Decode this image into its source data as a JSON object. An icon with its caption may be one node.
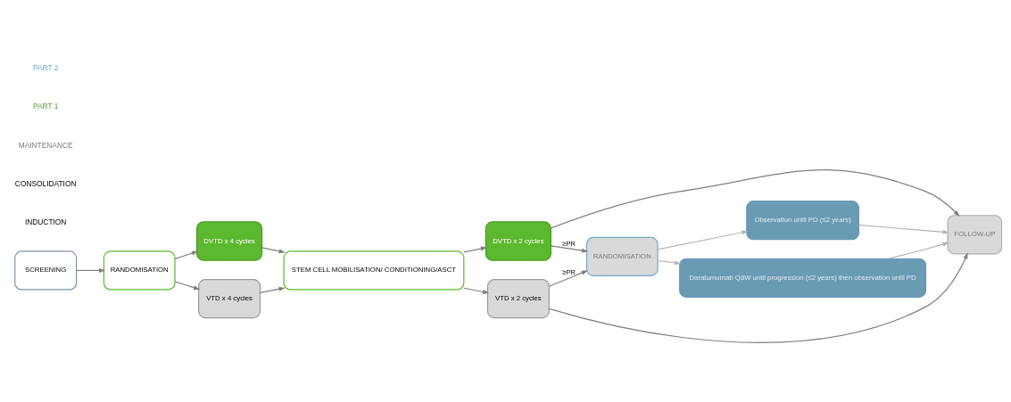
{
  "diagram": {
    "nodes": [
      {
        "text": [
          "SCREENING"
        ]
      },
      {
        "text": [
          "RANDOMISATION"
        ]
      },
      {
        "text": [
          "DVTD x 4 cycles"
        ]
      },
      {
        "text": [
          "VTD x 4 cycles"
        ]
      },
      {
        "text": [
          "STEM CELL MOBILISATION/ CONDITIONING/ASCT"
        ]
      },
      {
        "text": [
          "DVTD x 2 cycles"
        ]
      },
      {
        "text": [
          "VTD x 2 cycles"
        ]
      },
      {
        "text": [
          "RANDOMISATION"
        ]
      },
      {
        "text": [
          "Daratumumab Q8W until progression (≤2 years) then observation until PD"
        ]
      },
      {
        "text": [
          "Observation until PD (≤2 years)"
        ]
      },
      {
        "text": [
          "FOLLOW-UP"
        ]
      }
    ],
    "edges": [
      {
        "from": 0,
        "to": 1,
        "arrow": "to"
      },
      {
        "from": 1,
        "to": 2,
        "arrow": "to"
      },
      {
        "from": 1,
        "to": 3,
        "arrow": "to"
      },
      {
        "from": 2,
        "to": 4,
        "arrow": "to"
      },
      {
        "from": 3,
        "to": 4,
        "arrow": "to"
      },
      {
        "from": 4,
        "to": 5,
        "arrow": "to"
      },
      {
        "from": 4,
        "to": 6,
        "arrow": "to"
      },
      {
        "from": 5,
        "to": 7,
        "label": "≥PR",
        "arrow": "to"
      },
      {
        "from": 6,
        "to": 7,
        "label": "≥PR",
        "arrow": "to"
      },
      {
        "from": 5,
        "to": 10,
        "arrow": "to"
      },
      {
        "from": 6,
        "to": 10,
        "arrow": "to"
      },
      {
        "from": 7,
        "to": 8,
        "arrow": "to",
        "color": "#b4b4b4"
      },
      {
        "from": 7,
        "to": 9,
        "arrow": "to",
        "color": "#b4b4b4"
      },
      {
        "from": 8,
        "to": 10,
        "arrow": "to",
        "color": "#b4b4b4"
      },
      {
        "from": 9,
        "to": 10,
        "arrow": "to",
        "color": "#b4b4b4"
      }
    ],
    "labels": [
      "INDUCTION",
      "CONSOLIDATION",
      "MAINTENANCE",
      "PART 1",
      "PART 2"
    ]
  }
}
